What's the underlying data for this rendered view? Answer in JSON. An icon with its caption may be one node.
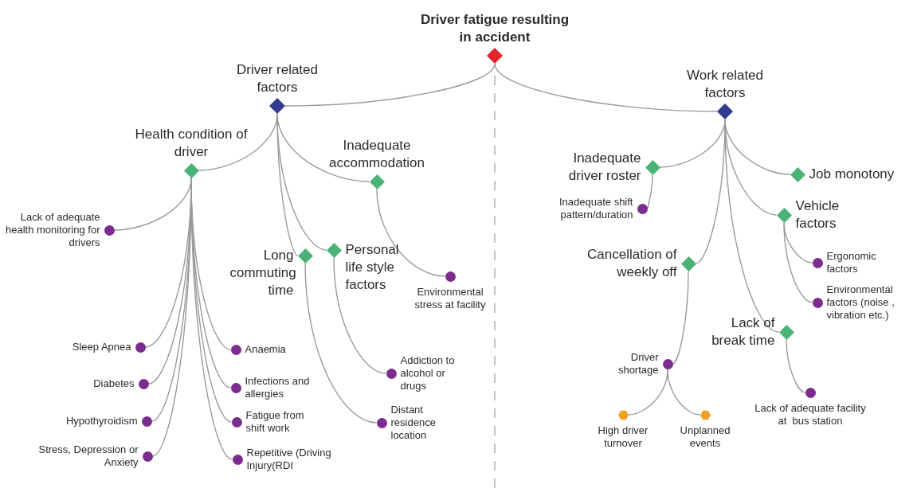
{
  "diagram": {
    "nodes": [
      {
        "text": [
          "Driver fatigue resulting in accident"
        ]
      },
      {
        "text": [
          "Driver related factors"
        ]
      },
      {
        "text": [
          "Work related factors"
        ]
      },
      {
        "text": [
          "Health condition of driver"
        ]
      },
      {
        "text": [
          "Inadequate accommodation"
        ]
      },
      {
        "text": [
          "Lack of adequate health monitoring for drivers"
        ]
      },
      {
        "text": [
          "Long commuting time"
        ]
      },
      {
        "text": [
          "Personal life style factors"
        ]
      },
      {
        "text": [
          "Environmental stress at facility"
        ]
      },
      {
        "text": [
          "Sleep Apnea"
        ]
      },
      {
        "text": [
          "Diabetes"
        ]
      },
      {
        "text": [
          "Hypothyroidism"
        ]
      },
      {
        "text": [
          "Stress, Depression or Anxiety"
        ]
      },
      {
        "text": [
          "Anaemia"
        ]
      },
      {
        "text": [
          "Infections and allergies"
        ]
      },
      {
        "text": [
          "Fatigue from shift work"
        ]
      },
      {
        "text": [
          "Repetitive (Driving Injury(RDI"
        ]
      },
      {
        "text": [
          "Addiction to alcohol or drugs"
        ]
      },
      {
        "text": [
          "Distant residence location"
        ]
      },
      {
        "text": [
          "Inadequate driver roster"
        ]
      },
      {
        "text": [
          "Job monotony"
        ]
      },
      {
        "text": [
          "Inadequate shift pattern/duration"
        ]
      },
      {
        "text": [
          "Vehicle factors"
        ]
      },
      {
        "text": [
          "Cancellation of weekly off"
        ]
      },
      {
        "text": [
          "Ergonomic factors"
        ]
      },
      {
        "text": [
          "Environmental factors (noise , vibration etc.)"
        ]
      },
      {
        "text": [
          "Lack of break time"
        ]
      },
      {
        "text": [
          "Driver shortage"
        ]
      },
      {
        "text": [
          "Lack of adequate facility at  bus station"
        ]
      },
      {
        "text": [
          "High driver turnover"
        ]
      },
      {
        "text": [
          "Unplanned events"
        ]
      }
    ],
    "edges": [
      {
        "from": 0,
        "to": 1,
        "arrow": "none"
      },
      {
        "from": 0,
        "to": 2,
        "arrow": "none"
      },
      {
        "from": 1,
        "to": 3,
        "arrow": "none"
      },
      {
        "from": 1,
        "to": 4,
        "arrow": "none"
      },
      {
        "from": 1,
        "to": 6,
        "arrow": "none"
      },
      {
        "from": 1,
        "to": 7,
        "arrow": "none"
      },
      {
        "from": 3,
        "to": 5,
        "arrow": "none"
      },
      {
        "from": 3,
        "to": 9,
        "arrow": "none"
      },
      {
        "from": 3,
        "to": 10,
        "arrow": "none"
      },
      {
        "from": 3,
        "to": 11,
        "arrow": "none"
      },
      {
        "from": 3,
        "to": 12,
        "arrow": "none"
      },
      {
        "from": 3,
        "to": 13,
        "arrow": "none"
      },
      {
        "from": 3,
        "to": 14,
        "arrow": "none"
      },
      {
        "from": 3,
        "to": 15,
        "arrow": "none"
      },
      {
        "from": 3,
        "to": 16,
        "arrow": "none"
      },
      {
        "from": 4,
        "to": 8,
        "arrow": "none"
      },
      {
        "from": 6,
        "to": 18,
        "arrow": "none"
      },
      {
        "from": 7,
        "to": 17,
        "arrow": "none"
      },
      {
        "from": 2,
        "to": 19,
        "arrow": "none"
      },
      {
        "from": 2,
        "to": 20,
        "arrow": "none"
      },
      {
        "from": 2,
        "to": 22,
        "arrow": "none"
      },
      {
        "from": 2,
        "to": 23,
        "arrow": "none"
      },
      {
        "from": 2,
        "to": 26,
        "arrow": "none"
      },
      {
        "from": 19,
        "to": 21,
        "arrow": "none"
      },
      {
        "from": 22,
        "to": 24,
        "arrow": "none"
      },
      {
        "from": 22,
        "to": 25,
        "arrow": "none"
      },
      {
        "from": 23,
        "to": 27,
        "arrow": "none"
      },
      {
        "from": 27,
        "to": 29,
        "arrow": "none"
      },
      {
        "from": 27,
        "to": 30,
        "arrow": "none"
      },
      {
        "from": 26,
        "to": 28,
        "arrow": "none"
      }
    ]
  }
}
